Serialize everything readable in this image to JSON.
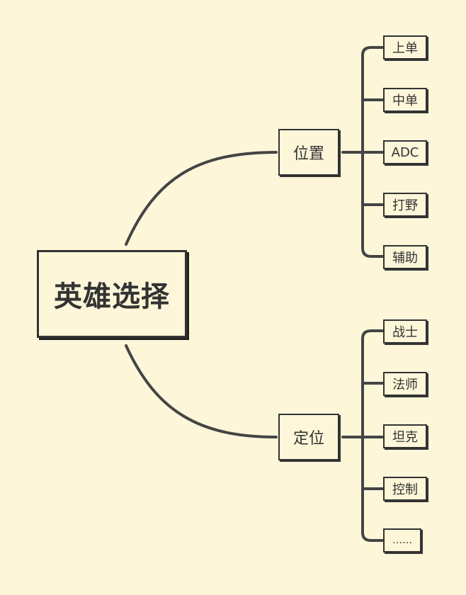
{
  "root": {
    "label": "英雄选择"
  },
  "branches": [
    {
      "label": "位置",
      "children": [
        "上单",
        "中单",
        "ADC",
        "打野",
        "辅助"
      ]
    },
    {
      "label": "定位",
      "children": [
        "战士",
        "法师",
        "坦克",
        "控制",
        "……"
      ]
    }
  ],
  "colors": {
    "background": "#fdf6d9",
    "stroke": "#444444",
    "text": "#333333"
  }
}
